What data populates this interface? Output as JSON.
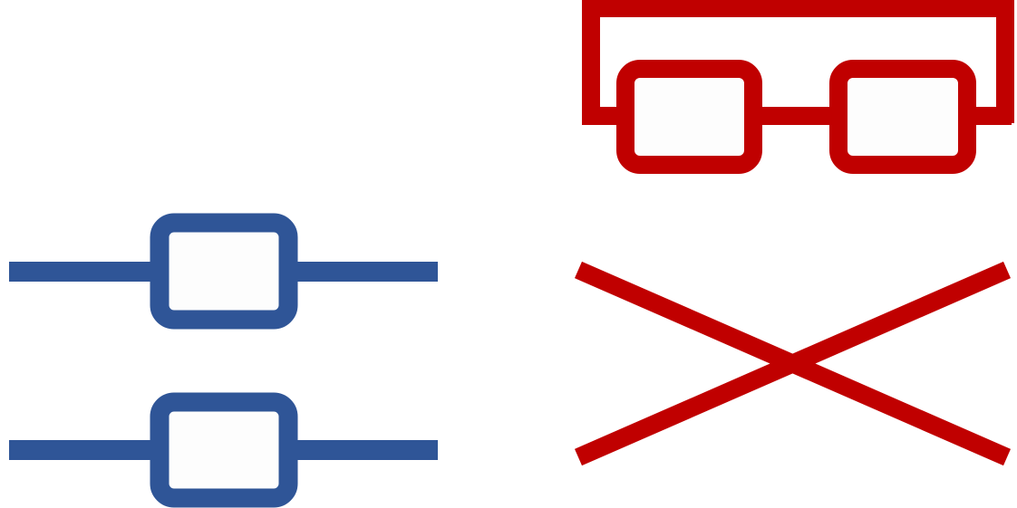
{
  "colors": {
    "background": "#ffffff",
    "blue": "#2f5597",
    "red": "#c00000",
    "box_fill": "#fdfdfd"
  },
  "diagram": {
    "elements": [
      {
        "name": "blue-component-top",
        "color": "blue"
      },
      {
        "name": "blue-component-bottom",
        "color": "blue"
      },
      {
        "name": "red-bridged-components",
        "color": "red"
      },
      {
        "name": "red-cross",
        "color": "red"
      }
    ]
  }
}
